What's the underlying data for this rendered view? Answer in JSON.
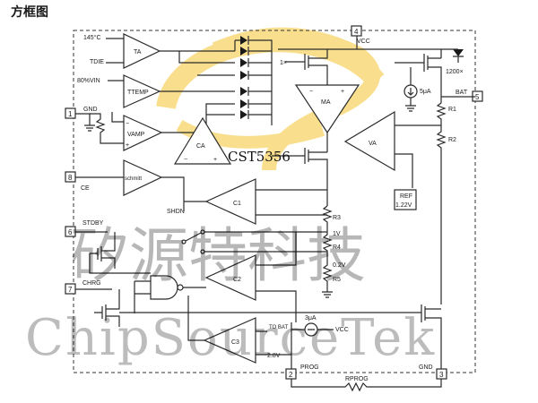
{
  "title": "方框图",
  "colors": {
    "line": "#2a2a2a",
    "logo": "#f5c531",
    "watermark": "#000000"
  },
  "pins": [
    {
      "num": "1",
      "name": "GND"
    },
    {
      "num": "8",
      "name": "CE"
    },
    {
      "num": "6",
      "name": "STDBY"
    },
    {
      "num": "7",
      "name": "CHRG"
    },
    {
      "num": "4",
      "name": "VCC"
    },
    {
      "num": "5",
      "name": "BAT"
    },
    {
      "num": "2",
      "name": "PROG"
    },
    {
      "num": "3",
      "name": "GND"
    }
  ],
  "labels": {
    "t145": "145°C",
    "tdie": "TDIE",
    "v80": "80%VIN",
    "ta": "TA",
    "ttemp": "TTEMP",
    "vamp": "VAMP",
    "ca": "CA",
    "ma": "MA",
    "va": "VA",
    "c1": "C1",
    "c2": "C2",
    "c3": "C3",
    "schmitt": "schmitt",
    "shdn": "SHDN",
    "r1": "R1",
    "r2": "R2",
    "r3": "R3",
    "r4": "R4",
    "r5": "R5",
    "ref": "REF",
    "refv": "1.22V",
    "i5": "5μA",
    "i3": "3μA",
    "x1": "1×",
    "x1200": "1200×",
    "v1": "1V",
    "v02": "0.2V",
    "v28": "2.8V",
    "tobat": "TO BAT",
    "vcc_src": "VCC",
    "rprog": "RPROG"
  },
  "watermark": {
    "chinese": "矽源特科技",
    "english": "ChipSourceTek",
    "part": "CST5356"
  }
}
